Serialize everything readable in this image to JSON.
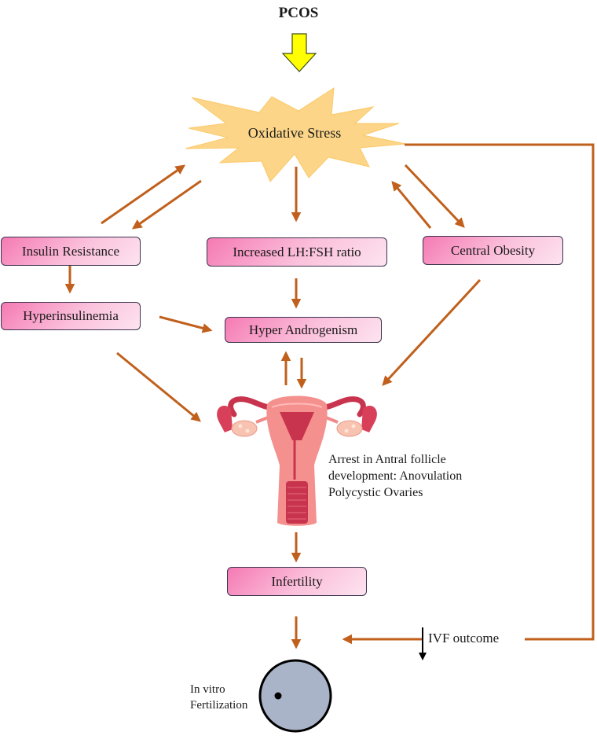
{
  "diagram": {
    "title": "PCOS",
    "central_node": "Oxidative Stress",
    "nodes": {
      "insulin_resistance": "Insulin Resistance",
      "lh_fsh": "Increased LH:FSH ratio",
      "central_obesity": "Central Obesity",
      "hyperinsulinemia": "Hyperinsulinemia",
      "hyper_androgenism": "Hyper Androgenism",
      "infertility": "Infertility"
    },
    "annotations": {
      "arrest": "Arrest in Antral follicle development: Anovulation Polycystic Ovaries",
      "ivf_outcome": "IVF outcome",
      "ivf": "In vitro Fertilization"
    },
    "edges": [
      {
        "from": "Insulin Resistance",
        "to": "Oxidative Stress"
      },
      {
        "from": "Oxidative Stress",
        "to": "Insulin Resistance"
      },
      {
        "from": "Oxidative Stress",
        "to": "Increased LH:FSH ratio"
      },
      {
        "from": "Central Obesity",
        "to": "Oxidative Stress"
      },
      {
        "from": "Oxidative Stress",
        "to": "Central Obesity"
      },
      {
        "from": "Insulin Resistance",
        "to": "Hyperinsulinemia"
      },
      {
        "from": "Increased LH:FSH ratio",
        "to": "Hyper Androgenism"
      },
      {
        "from": "Hyperinsulinemia",
        "to": "Hyper Androgenism"
      },
      {
        "from": "Hyperinsulinemia",
        "to": "Uterus / Ovaries"
      },
      {
        "from": "Central Obesity",
        "to": "Uterus / Ovaries"
      },
      {
        "from": "Uterus / Ovaries",
        "to": "Hyper Androgenism"
      },
      {
        "from": "Hyper Androgenism",
        "to": "Uterus / Ovaries"
      },
      {
        "from": "Uterus / Ovaries",
        "to": "Infertility"
      },
      {
        "from": "Infertility",
        "to": "In vitro Fertilization"
      },
      {
        "from": "Oxidative Stress",
        "to": "In vitro Fertilization",
        "label": "IVF outcome",
        "effect": "decrease"
      }
    ],
    "colors": {
      "arrow": "#c0601c",
      "pcos_arrow": "#ffff00",
      "starburst": "#fcd588",
      "box_start": "#f57ab3",
      "box_end": "#fde3ef",
      "box_border": "#3b3350",
      "egg_cell": "#a9b4c8",
      "uterus": "#f08a8a",
      "uterus_dark": "#c8344e",
      "ovary": "#f8c3b0"
    }
  }
}
